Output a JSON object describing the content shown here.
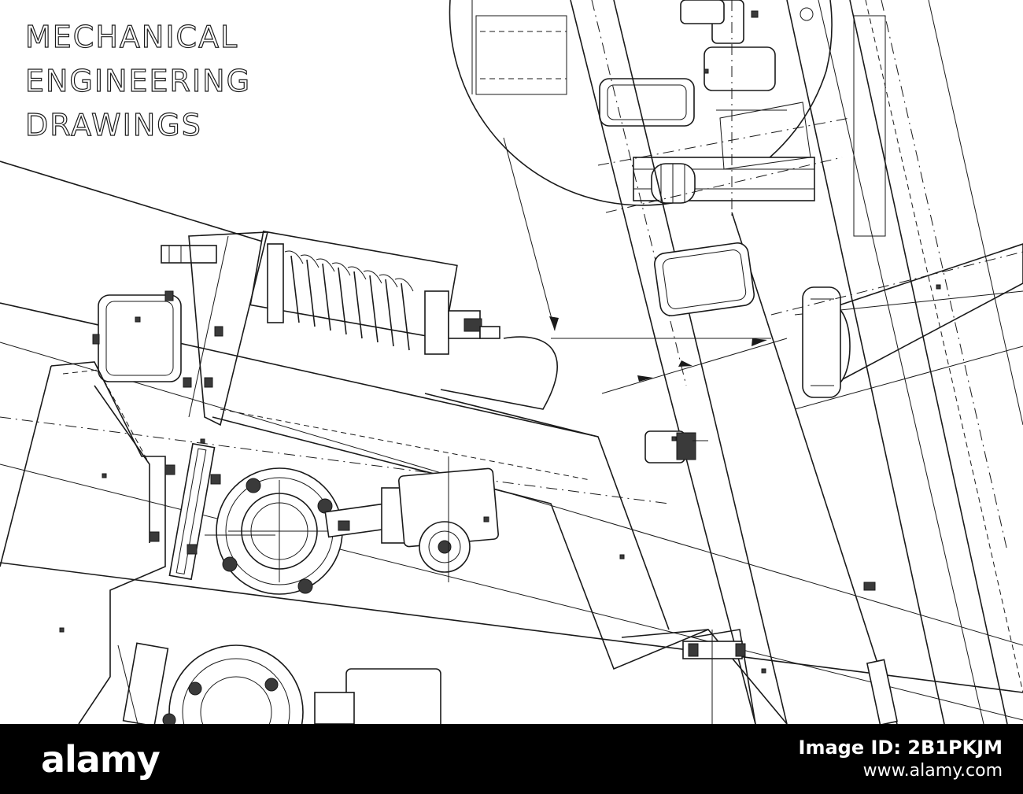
{
  "title": {
    "line1": "MECHANICAL",
    "line2": "ENGINEERING",
    "line3": "DRAWINGS"
  },
  "footer": {
    "brand": "alamy",
    "image_id_label": "Image ID: 2B1PKJM",
    "site": "www.alamy.com"
  },
  "colors": {
    "line": "#1a1a1a",
    "background": "#ffffff",
    "footer_background": "#000000"
  }
}
